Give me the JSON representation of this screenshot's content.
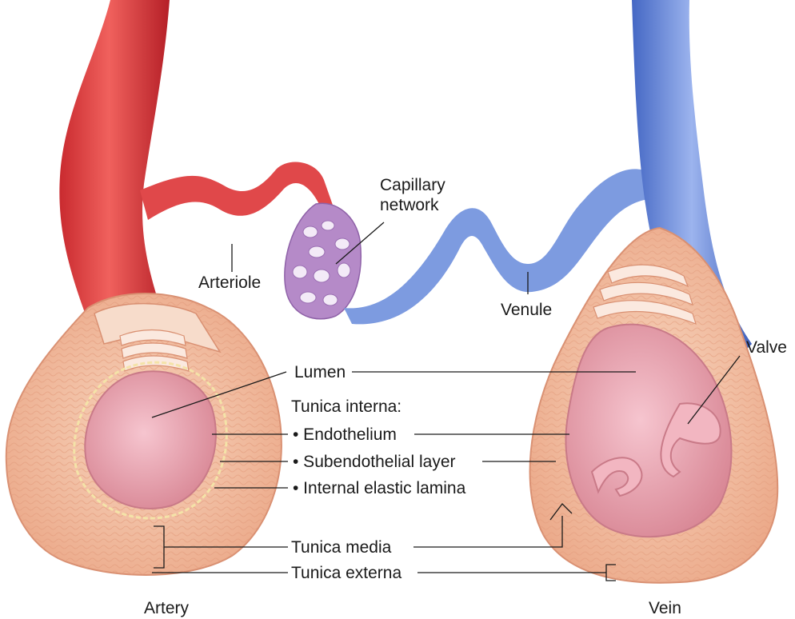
{
  "labels": {
    "capillary_line1": "Capillary",
    "capillary_line2": "network",
    "arteriole": "Arteriole",
    "venule": "Venule",
    "valve": "Valve",
    "lumen": "Lumen",
    "tunica_interna": "Tunica interna:",
    "endothelium": "• Endothelium",
    "subendothelial": "• Subendothelial layer",
    "internal_elastic": "• Internal elastic lamina",
    "tunica_media": "Tunica media",
    "tunica_externa": "Tunica externa",
    "artery": "Artery",
    "vein": "Vein"
  },
  "colors": {
    "artery_red": "#d9383a",
    "vein_blue": "#5b7fd3",
    "capillary_purple": "#b084c6",
    "tissue_peach": "#f2c2a4",
    "lumen_pink": "#e9a6b4"
  }
}
